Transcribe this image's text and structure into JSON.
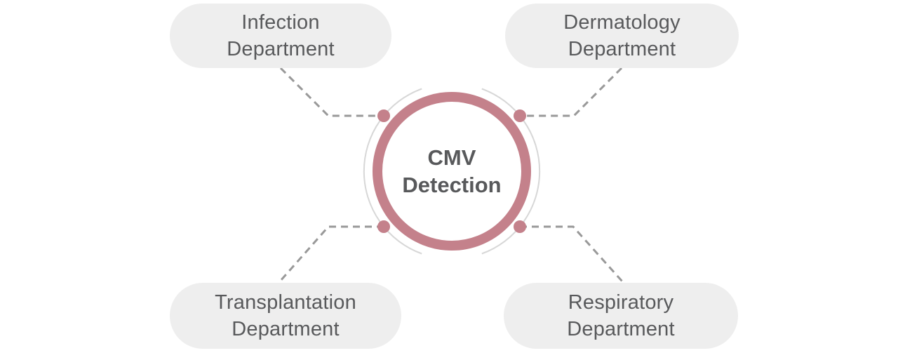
{
  "diagram": {
    "hub": {
      "line1": "CMV",
      "line2": "Detection"
    },
    "nodes": [
      {
        "id": "infection",
        "line1": "Infection",
        "line2": "Department",
        "position": "top-left"
      },
      {
        "id": "dermatology",
        "line1": "Dermatology",
        "line2": "Department",
        "position": "top-right"
      },
      {
        "id": "transplantation",
        "line1": "Transplantation",
        "line2": "Department",
        "position": "bottom-left"
      },
      {
        "id": "respiratory",
        "line1": "Respiratory",
        "line2": "Department",
        "position": "bottom-right"
      }
    ]
  },
  "colors": {
    "accent": "#c4818b",
    "outer_ring": "#d7d7d7",
    "connector": "#999999",
    "node_bg": "#eeeeee",
    "text": "#58595b",
    "background": "#ffffff"
  }
}
